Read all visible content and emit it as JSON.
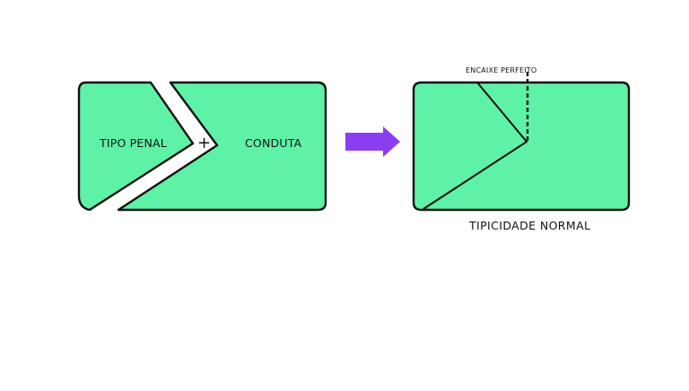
{
  "colors": {
    "block_fill": "#5ef2a6",
    "outline": "#111111",
    "arrow": "#8b3df2",
    "background": "#ffffff"
  },
  "left": {
    "tipo_label": "TIPO PENAL",
    "plus": "+",
    "conduta_label": "CONDUTA"
  },
  "arrow": {
    "icon": "right-arrow-icon"
  },
  "right": {
    "encaixe_label": "ENCAIXE PERFEITO",
    "caption": "TIPICIDADE NORMAL"
  }
}
